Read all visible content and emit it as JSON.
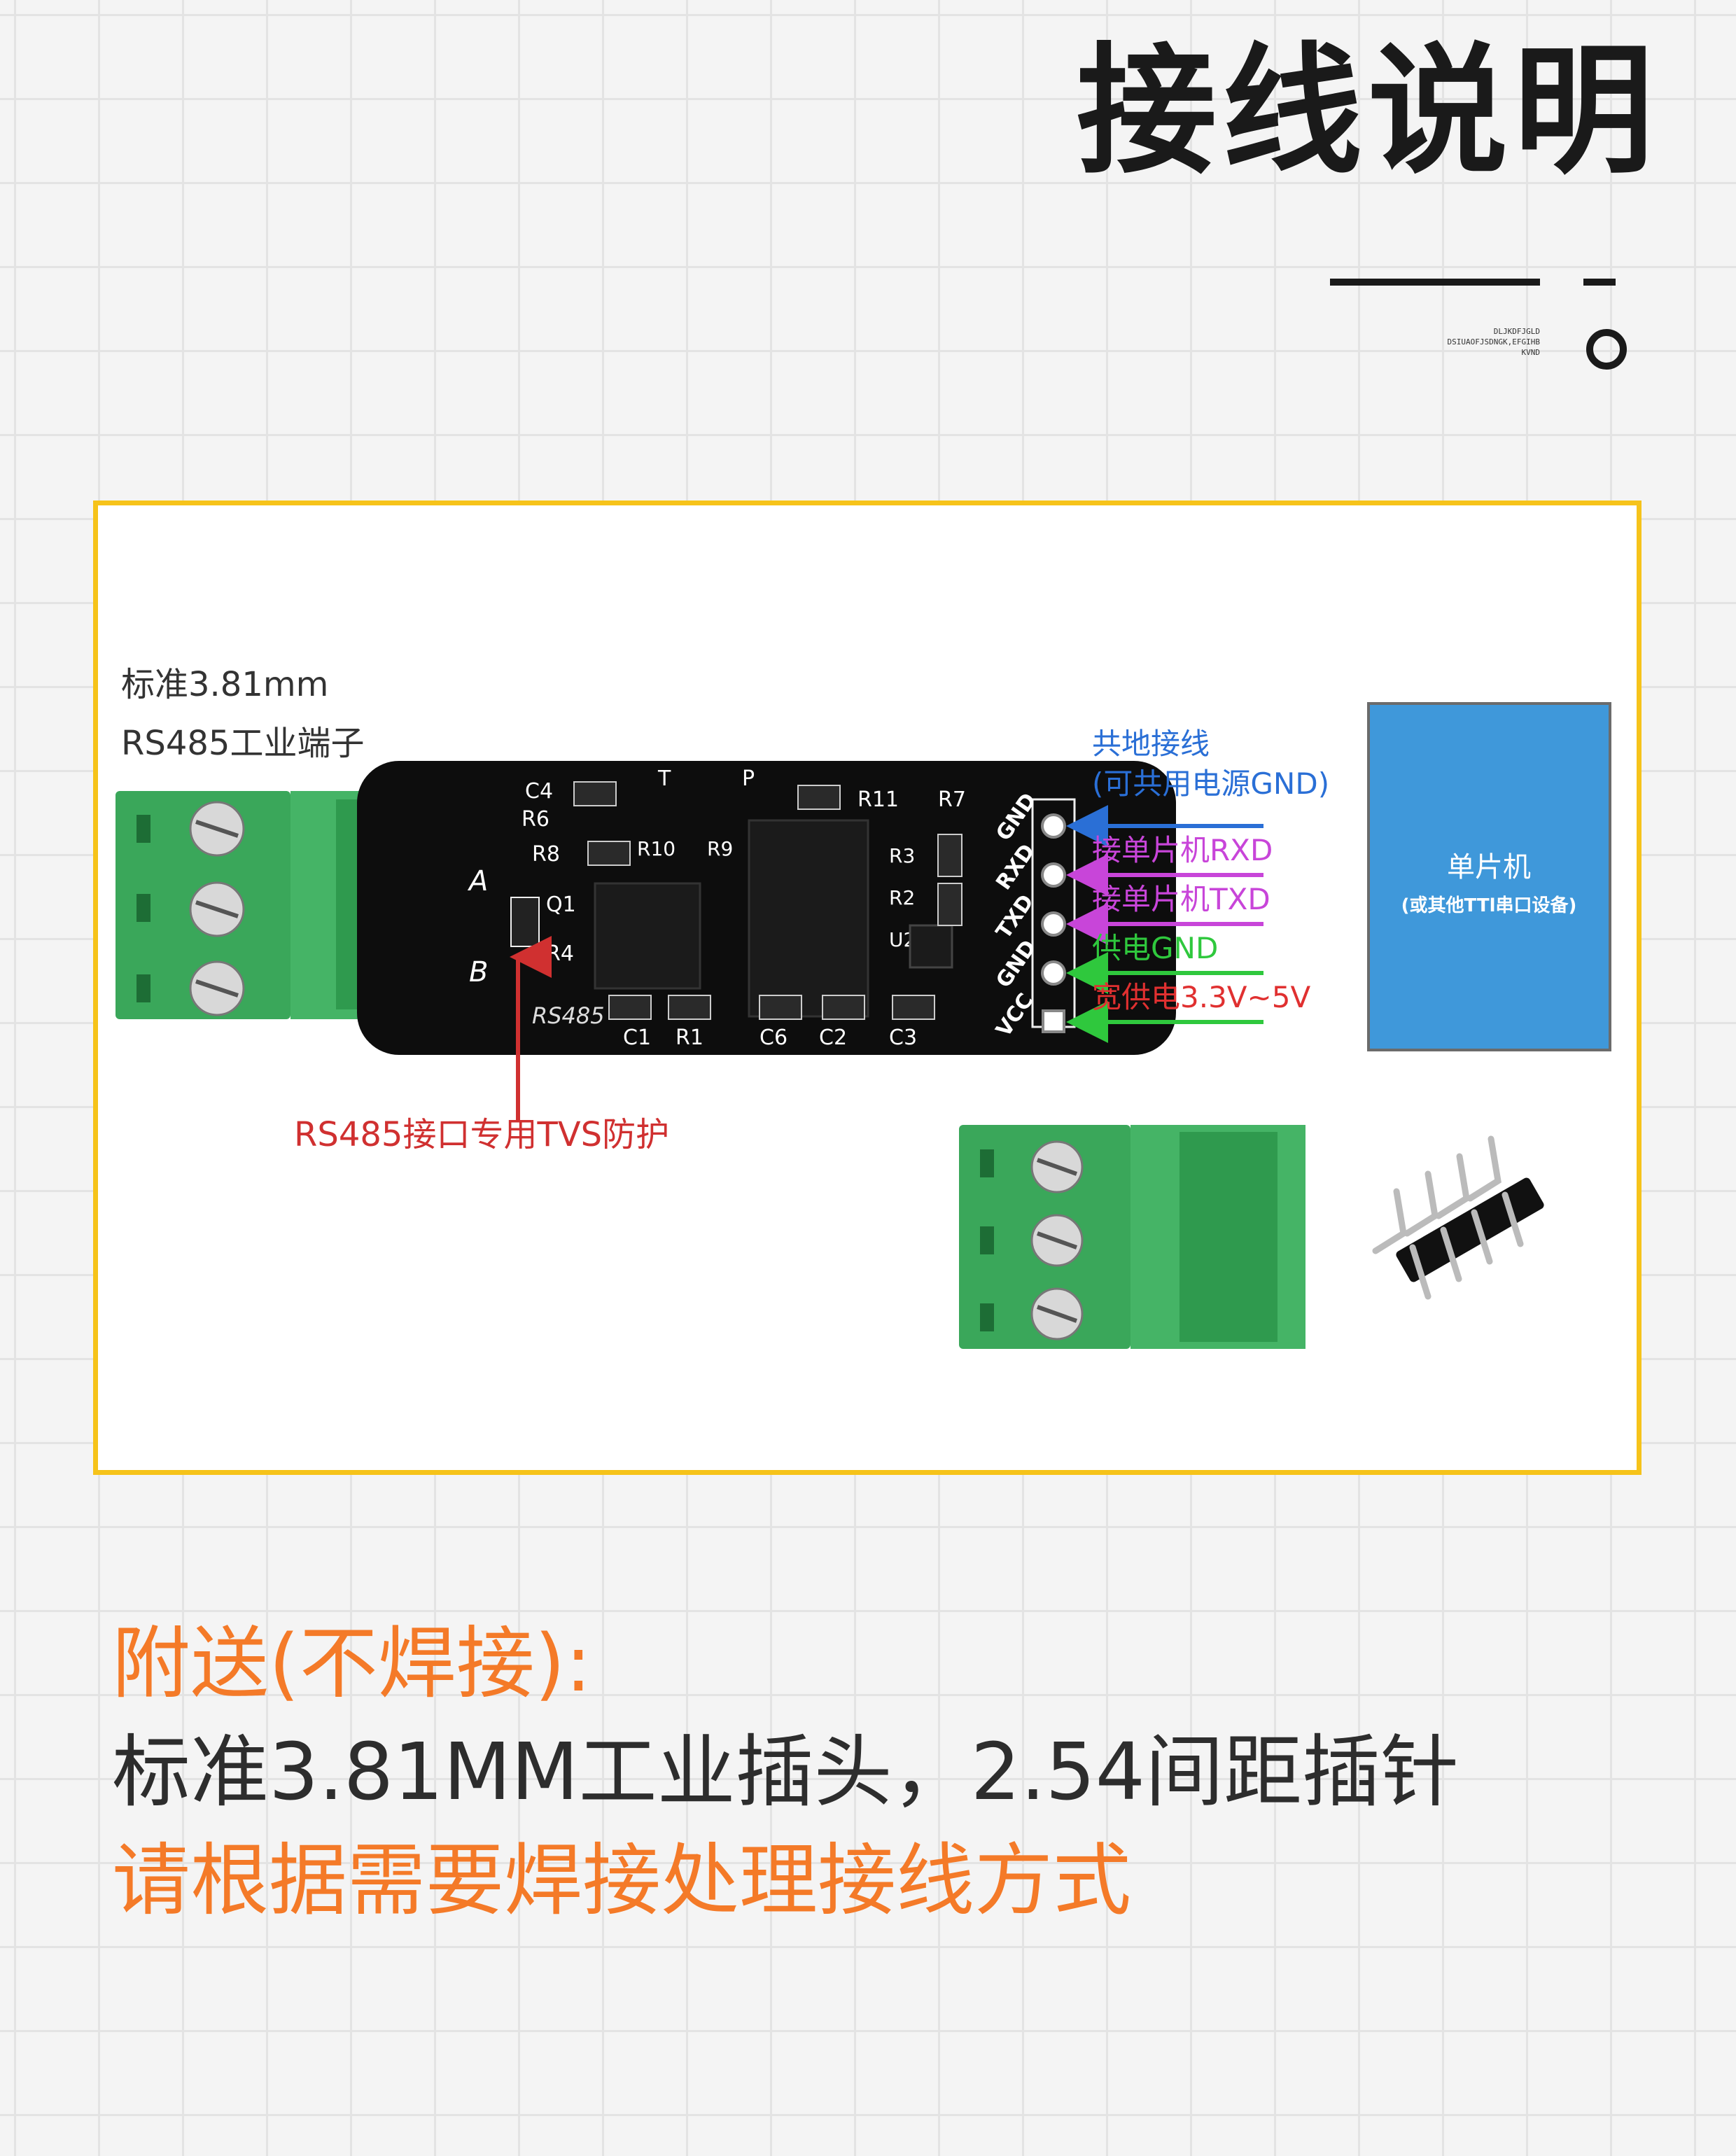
{
  "header": {
    "title": "接线说明",
    "deco_caption_lines": [
      "DLJKDFJGLD",
      "DSIUAOFJSDNGK,EFGIHB",
      "KVND"
    ]
  },
  "diagram": {
    "terminal_label_line1": "标准3.81mm",
    "terminal_label_line2": "RS485工业端子",
    "tvs_note": "RS485接口专用TVS防护",
    "pins": [
      {
        "pin": "GND",
        "desc_line1": "共地接线",
        "desc_line2": "(可共用电源GND)",
        "color": "#2a6fd6"
      },
      {
        "pin": "RXD",
        "desc_line1": "接单片机RXD",
        "color": "#c845d9"
      },
      {
        "pin": "TXD",
        "desc_line1": "接单片机TXD",
        "color": "#c845d9"
      },
      {
        "pin": "GND",
        "desc_line1": "供电GND",
        "color": "#2fc83d"
      },
      {
        "pin": "VCC",
        "desc_line1": "宽供电3.3V~5V",
        "color": "#e03030"
      }
    ],
    "mcu_label_line1": "单片机",
    "mcu_label_line2": "(或其他TTl串口设备)",
    "board_labels": {
      "a": "A",
      "b": "B",
      "model": "RS485",
      "c4": "C4",
      "r6": "R6",
      "r8": "R8",
      "q1": "Q1",
      "r4": "R4",
      "r11": "R11",
      "r7": "R7",
      "r10": "R10",
      "r9": "R9",
      "r3": "R3",
      "r2": "R2",
      "u2": "U2",
      "c1": "C1",
      "r1": "R1",
      "c6": "C6",
      "c2": "C2",
      "c3": "C3",
      "t": "T",
      "p": "P"
    }
  },
  "footer": {
    "heading": "附送(不焊接):",
    "line1": "标准3.81MM工业插头，2.54间距插针",
    "line2": "请根据需要焊接处理接线方式"
  },
  "colors": {
    "accent_orange": "#f47a28",
    "frame_yellow": "#f6c31a",
    "terminal_green": "#3aa75a",
    "mcu_blue": "#3f98da",
    "arrow_red": "#d03030"
  }
}
